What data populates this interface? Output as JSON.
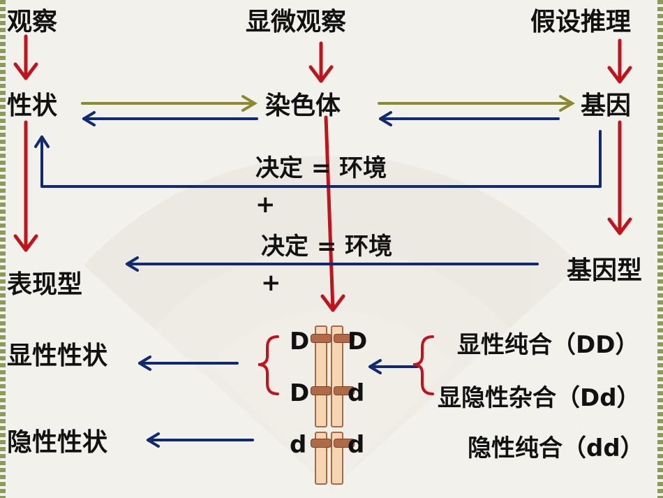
{
  "top": {
    "observe": "观察",
    "micro_observe": "显微观察",
    "hypothesis": "假设推理"
  },
  "row2": {
    "trait": "性状",
    "chromosome": "染色体",
    "gene": "基因"
  },
  "middle": {
    "decide1": "决定 = 环境",
    "plus1": "+",
    "decide2": "决定 = 环境",
    "plus2": "+"
  },
  "row3": {
    "phenotype": "表现型",
    "genotype": "基因型"
  },
  "left_traits": {
    "dominant": "显性性状",
    "recessive": "隐性性状"
  },
  "genes": {
    "r1_left": "D",
    "r1_right": "D",
    "r2_left": "D",
    "r2_right": "d",
    "r3_left": "d",
    "r3_right": "d"
  },
  "right_types": {
    "dom_homo": "显性纯合（DD）",
    "hetero": "显隐性杂合（Dd）",
    "rec_homo": "隐性纯合（dd）"
  },
  "colors": {
    "red": "#c0141c",
    "navy": "#0f2a6e",
    "olive": "#8c8a2e",
    "chromosome_fill": "#f5d6b0",
    "chromosome_band": "#b06a48"
  }
}
